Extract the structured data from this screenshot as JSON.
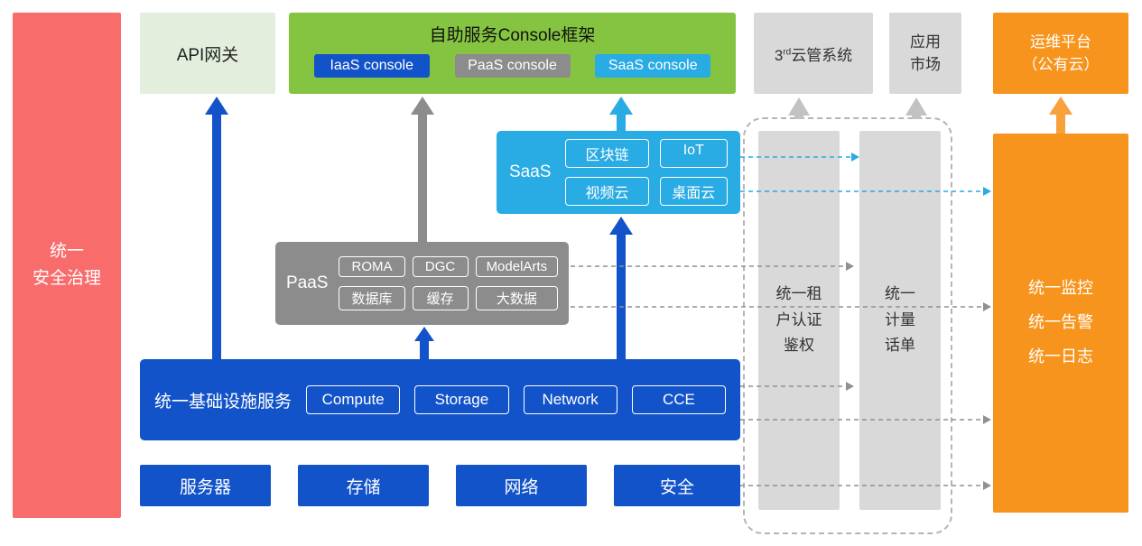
{
  "colors": {
    "blue": "#1353c9",
    "gray": "#8c8c8c",
    "cyan": "#29abe3",
    "green": "#85c441",
    "light_green": "#e3efdc",
    "red": "#f96c6c",
    "orange": "#f7941d",
    "light_gray": "#d9d9d9"
  },
  "security_bar": {
    "label": "统一\n安全治理"
  },
  "api_gateway": {
    "label": "API网关"
  },
  "console_frame": {
    "title": "自助服务Console框架",
    "consoles": [
      "IaaS console",
      "PaaS console",
      "SaaS console"
    ]
  },
  "third_party_cms": {
    "num": "3",
    "sup": "rd",
    "rest": "云管系统"
  },
  "app_market": {
    "label": "应用\n市场"
  },
  "om_platform": {
    "label": "运维平台\n（公有云）"
  },
  "saas": {
    "label": "SaaS",
    "items": [
      "区块链",
      "IoT",
      "视频云",
      "桌面云"
    ]
  },
  "paas": {
    "label": "PaaS",
    "items": [
      "ROMA",
      "DGC",
      "ModelArts",
      "数据库",
      "缓存",
      "大数据"
    ]
  },
  "infra": {
    "label": "统一基础设施服务",
    "items": [
      "Compute",
      "Storage",
      "Network",
      "CCE"
    ]
  },
  "hardware": {
    "items": [
      "服务器",
      "存储",
      "网络",
      "安全"
    ]
  },
  "auth_bar": {
    "label": "统一租\n户认证\n鉴权"
  },
  "billing_bar": {
    "label": "统一\n计量\n话单"
  },
  "monitor_bar": {
    "label": "统一监控\n统一告警\n统一日志"
  }
}
